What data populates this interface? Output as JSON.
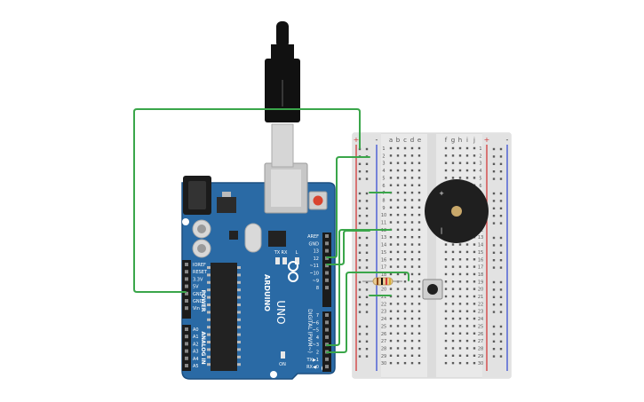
{
  "colors": {
    "board": "#2a6aa5",
    "board_edge": "#1c4f80",
    "wire": "#3aa64a",
    "breadboard": "#e9e9e9",
    "rail_red": "#d33a3a",
    "rail_blue": "#3a4fd3",
    "chip": "#222222",
    "buzzer": "#1f1f1f",
    "buzzer_center": "#c9a86a",
    "reset": "#d9442f"
  },
  "arduino": {
    "brand": "ARDUINO",
    "model": "UNO",
    "power_header": "POWER",
    "analog_header": "ANALOG IN",
    "digital_header": "DIGITAL (PWM~)",
    "led_on": "ON",
    "led_tx": "TX",
    "led_rx": "RX",
    "led_l": "L",
    "power_pins": [
      "IOREF",
      "RESET",
      "3.3V",
      "5V",
      "GND",
      "GND",
      "Vin"
    ],
    "analog_pins": [
      "A0",
      "A1",
      "A2",
      "A3",
      "A4",
      "A5"
    ],
    "digital_top": [
      "AREF",
      "GND",
      "13",
      "12",
      "~11",
      "~10",
      "~9",
      "8"
    ],
    "digital_bottom": [
      "7",
      "~6",
      "~5",
      "4",
      "~3",
      "2",
      "TX▶1",
      "RX◀0"
    ]
  },
  "breadboard": {
    "cols_left": [
      "a",
      "b",
      "c",
      "d",
      "e"
    ],
    "cols_right": [
      "f",
      "g",
      "h",
      "i",
      "j"
    ],
    "rail_plus": "+",
    "rail_minus": "-",
    "rows": 30
  },
  "buzzer": {
    "plus": "+",
    "minus": "|"
  },
  "icons": [
    "usb-cable-icon",
    "reset-button-icon",
    "buzzer-icon",
    "resistor-icon",
    "pushbutton-icon"
  ]
}
